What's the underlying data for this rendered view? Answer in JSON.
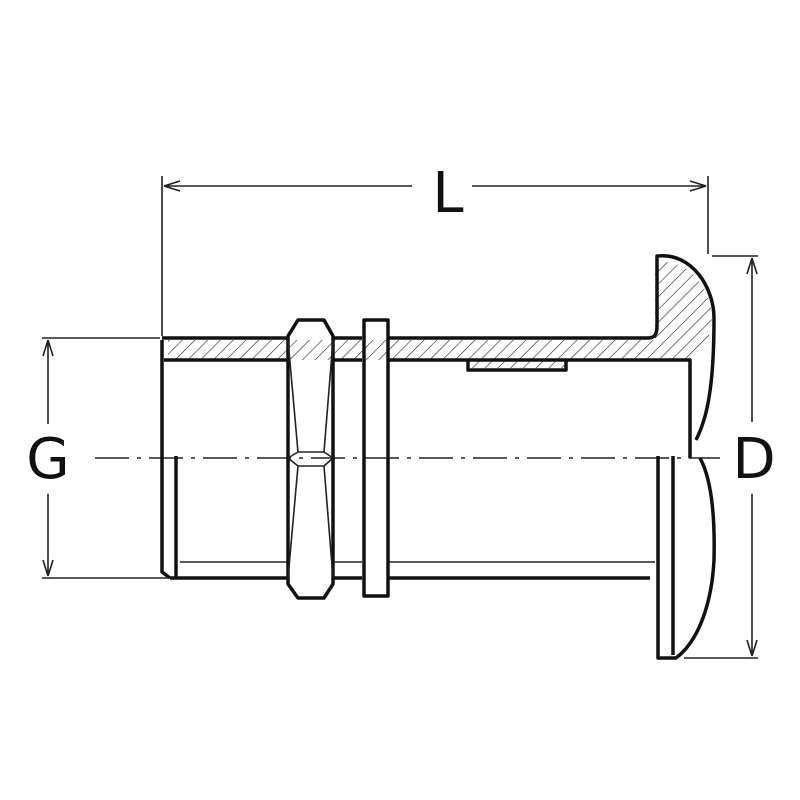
{
  "labels": {
    "length": "L",
    "thread": "G",
    "flange_diameter": "D"
  },
  "colors": {
    "line": "#111111",
    "background": "#ffffff"
  }
}
